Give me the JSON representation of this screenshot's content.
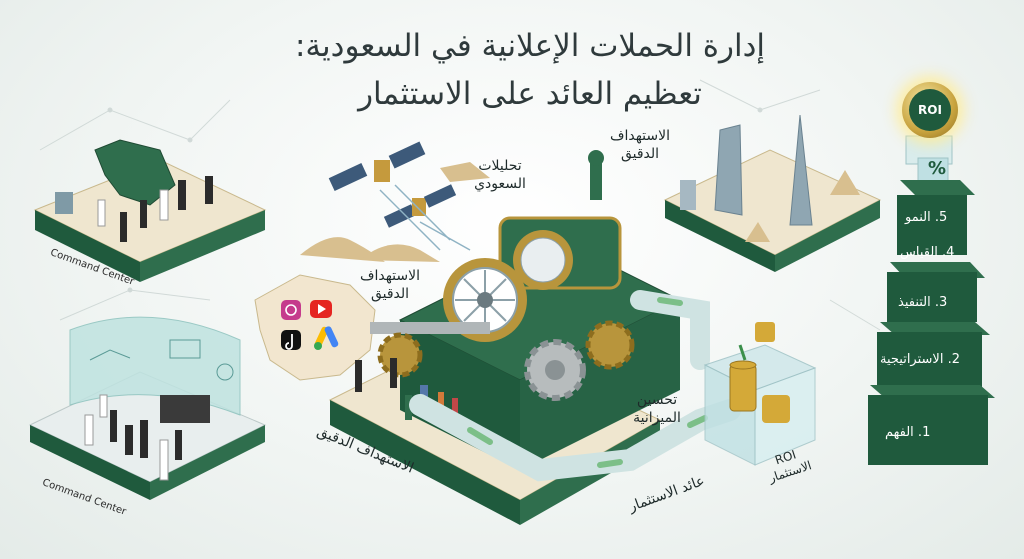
{
  "title": {
    "line1": "إدارة الحملات الإعلانية في السعودية:",
    "line2": "تعظيم العائد على الاستثمار"
  },
  "labels": {
    "analytics": "تحليلات\nالسعودي",
    "precise_targeting_top": "الاستهداف\nالدقيق",
    "precise_targeting_left": "الاستهداف\nالدقيق",
    "precise_targeting_bottom": "الاستهداف الدقيق",
    "budget_optimization": "تحسين\nالميزانية",
    "investment_return": "عائد الاستثمار",
    "roi_investment": "ROI\nالاستثمار",
    "command_center_top": "Command Center",
    "command_center_bottom": "Command Center",
    "roi_badge": "ROI",
    "percent": "%"
  },
  "steps": [
    {
      "label": "5. النمو"
    },
    {
      "label": "4. القياس"
    },
    {
      "label": "3. التنفيذ"
    },
    {
      "label": "2. الاستراتيجية"
    },
    {
      "label": "1. الفهم"
    }
  ],
  "colors": {
    "green_dark": "#1f5a3d",
    "green_mid": "#2f6e4d",
    "gold": "#b8953c",
    "pipe": "#cfe3e2",
    "platform": "#efe6cf"
  },
  "icons": [
    "satellite-icon",
    "instagram-icon",
    "youtube-icon",
    "tiktok-icon",
    "google-ads-icon",
    "gear-icon",
    "money-icon",
    "coin-stack-icon"
  ]
}
